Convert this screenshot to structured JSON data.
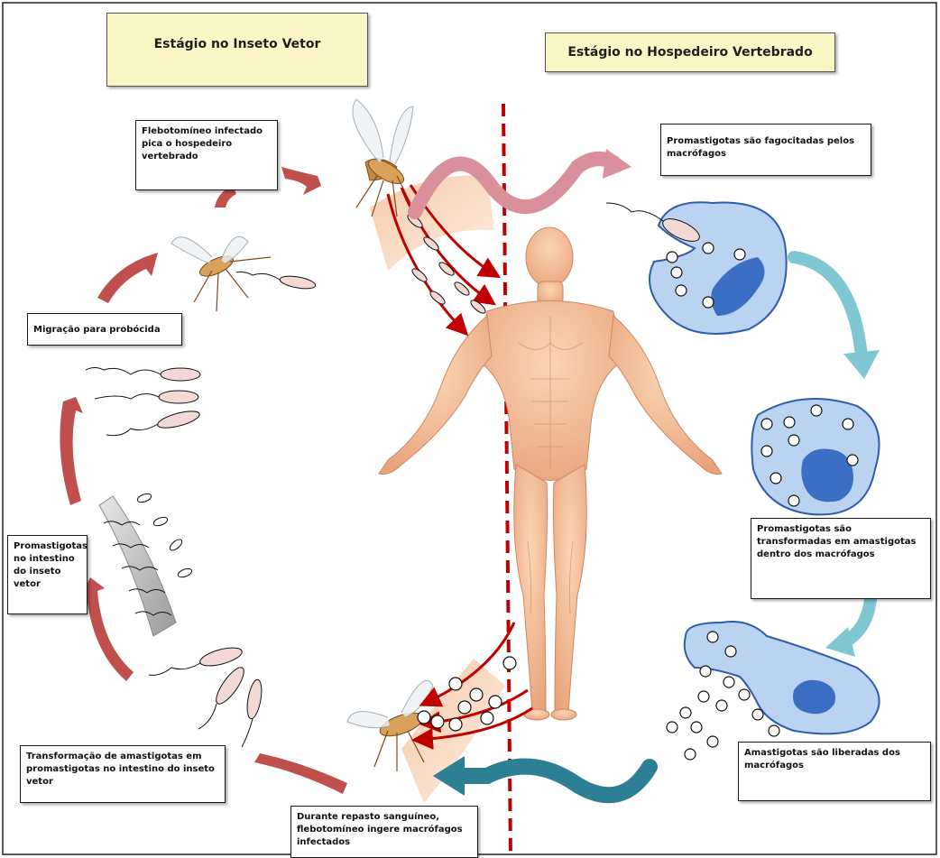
{
  "headers": {
    "insect_stage": "Estágio no Inseto Vetor",
    "host_stage": "Estágio no Hospedeiro Vertebrado"
  },
  "steps": {
    "bite": "Flebotomíneo infectado pica o hospedeiro vertebrado",
    "proboscis_migration": "Migração para probócida",
    "gut_promastigotes": "Promastigotas no intestino do inseto vetor",
    "transformation_in_gut": "Transformação de amastigotas em promastigotas no intestino do inseto vetor",
    "blood_meal": "Durante repasto sanguíneo, flebotomíneo ingere macrófagos infectados",
    "phagocytosis": "Promastigotas são fagocitadas pelos macrófagos",
    "transformation_in_macrophage": "Promastigotas são transformadas em amastigotas dentro dos macrófagos",
    "release": "Amastigotas são liberadas dos macrófagos"
  },
  "colors": {
    "insect_arrow": "#c0504d",
    "host_arrow_light": "#7fc7d3",
    "host_arrow_dark": "#2d7f94",
    "divider": "#c00000",
    "macrophage": "#b9d3f0",
    "nucleus": "#3b6fc4",
    "header_bg": "#fbf6c6"
  }
}
